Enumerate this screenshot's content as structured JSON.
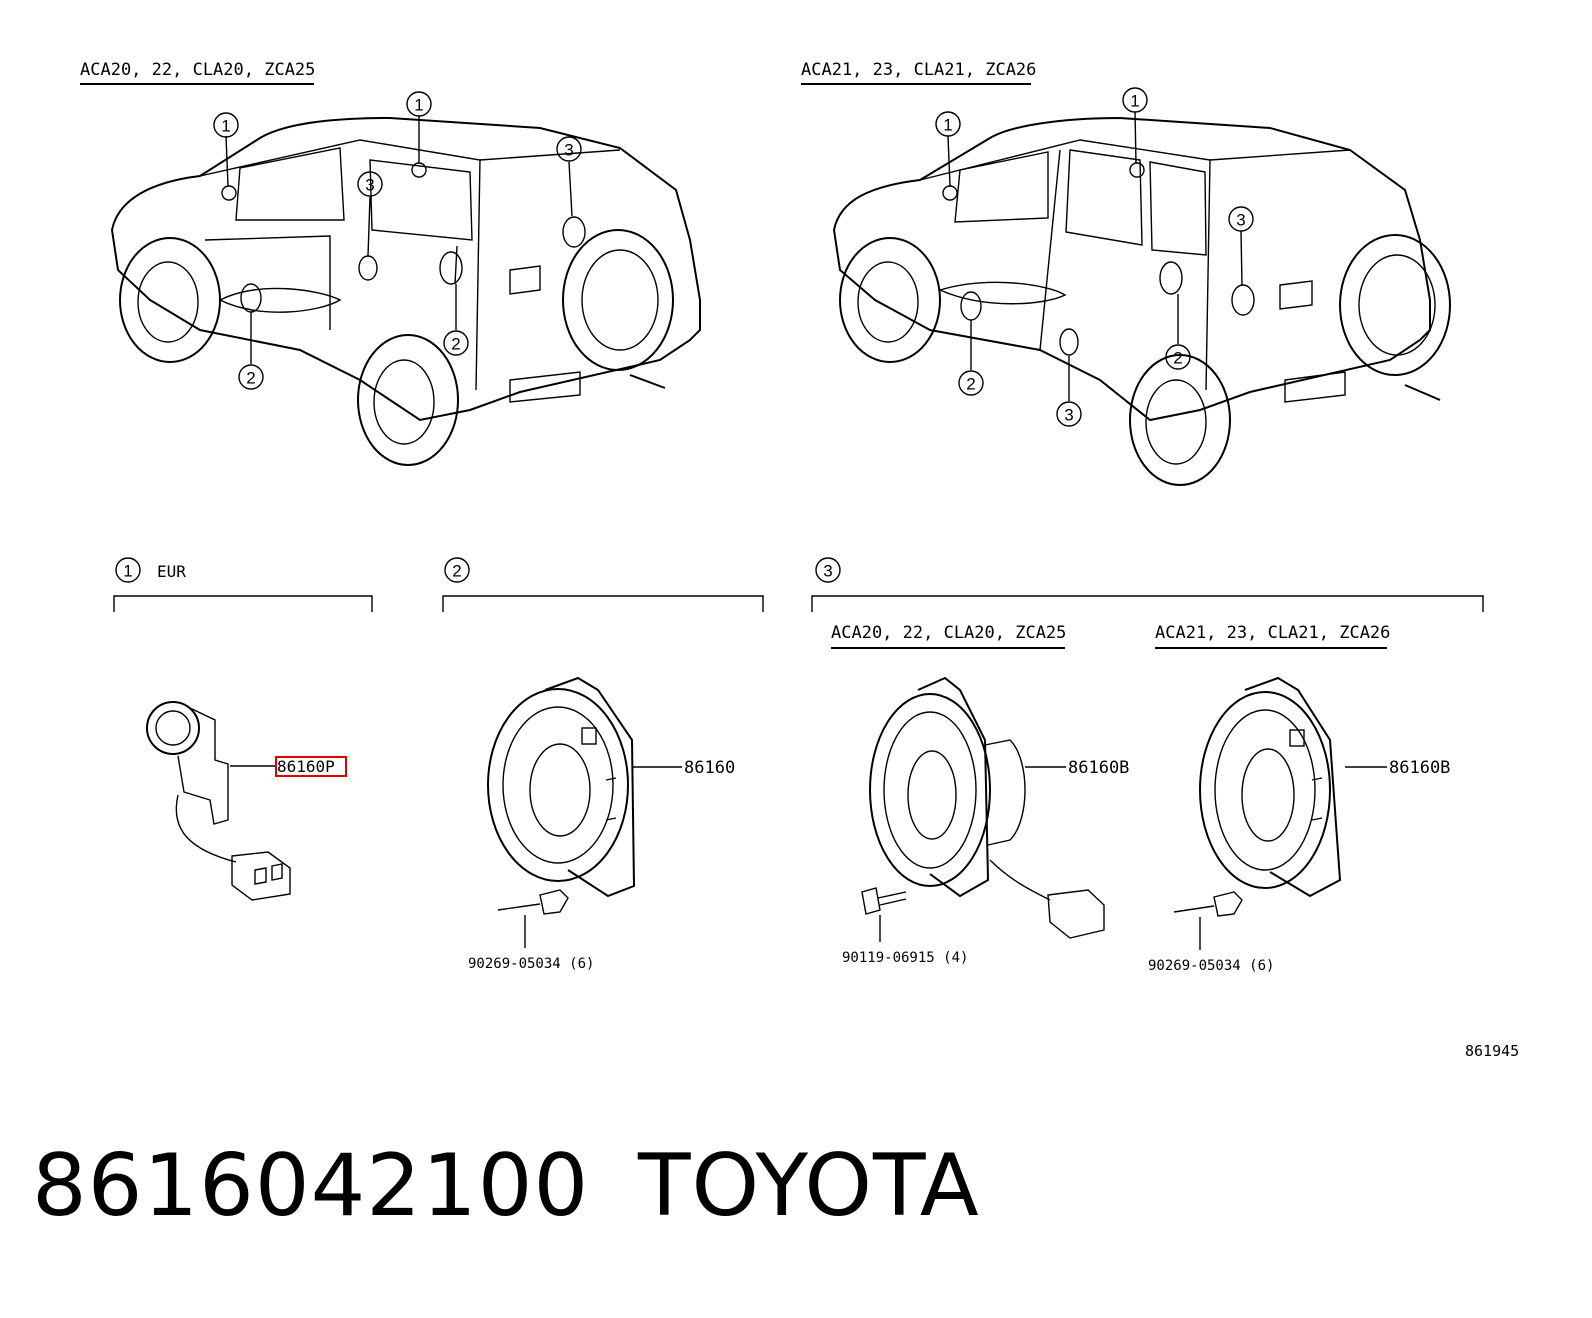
{
  "variants": {
    "left_top": "ACA20, 22, CLA20, ZCA25",
    "right_top": "ACA21, 23, CLA21, ZCA26",
    "group3_left": "ACA20, 22, CLA20, ZCA25",
    "group3_right": "ACA21, 23, CLA21, ZCA26"
  },
  "callouts": {
    "one": "1",
    "two": "2",
    "three": "3"
  },
  "groups": {
    "one_region": "EUR"
  },
  "parts": {
    "tweeter": "86160P",
    "front_speaker": "86160",
    "rear_speaker_a": "86160B",
    "rear_speaker_b": "86160B",
    "rivet_a": "90269-05034 (6)",
    "bolt": "90119-06915 (4)",
    "rivet_b": "90269-05034 (6)"
  },
  "illustration_code": "861945",
  "footer": {
    "part_number": "8616042100",
    "brand": "TOYOTA"
  },
  "colors": {
    "highlight": "#e00000",
    "line": "#000000"
  }
}
